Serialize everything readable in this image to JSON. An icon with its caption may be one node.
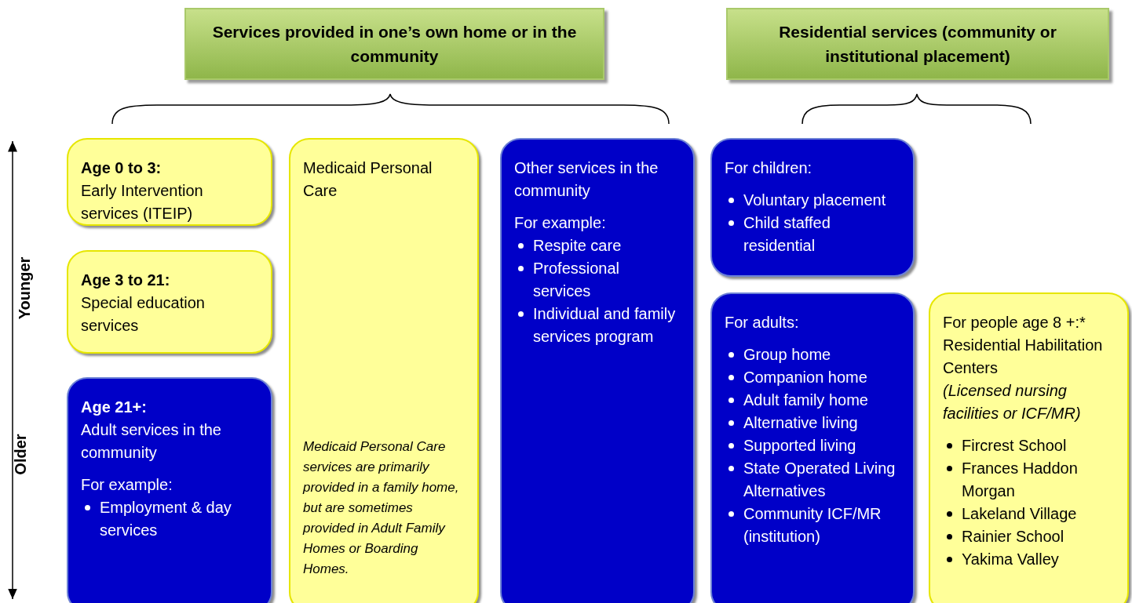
{
  "diagram": {
    "nodes": [
      {
        "text": [
          "Services provided in one’s own home or in the community"
        ]
      },
      {
        "text": [
          "Residential services (community or institutional placement)"
        ]
      },
      {
        "text": [
          "Age 0 to 3:",
          "Early Intervention services (ITEIP)"
        ]
      },
      {
        "text": [
          "Age 3 to 21:",
          "Special education services"
        ]
      },
      {
        "text": [
          "Age 21+:",
          "Adult services in the community",
          "For example:",
          "Employment & day services"
        ]
      },
      {
        "text": [
          "Medicaid Personal Care",
          "Medicaid Personal Care services are primarily provided in a family home, but are sometimes provided in Adult Family Homes or Boarding Homes."
        ]
      },
      {
        "text": [
          "Other services in the community",
          "For example:",
          "Respite care",
          "Professional services",
          "Individual and family services program"
        ]
      },
      {
        "text": [
          "For children:",
          "Voluntary placement",
          "Child staffed residential"
        ]
      },
      {
        "text": [
          "For adults:",
          "Group home",
          "Companion home",
          "Adult family home",
          "Alternative living",
          "Supported living",
          "State Operated Living Alternatives",
          "Community ICF/MR (institution)"
        ]
      },
      {
        "text": [
          "For people age 8 +:*",
          "Residential Habilitation Centers",
          "(Licensed nursing facilities or ICF/MR)",
          "Fircrest School",
          "Frances Haddon Morgan",
          "Lakeland Village",
          "Rainier School",
          "Yakima Valley"
        ]
      }
    ],
    "labels": [
      "Younger",
      "Older"
    ]
  }
}
